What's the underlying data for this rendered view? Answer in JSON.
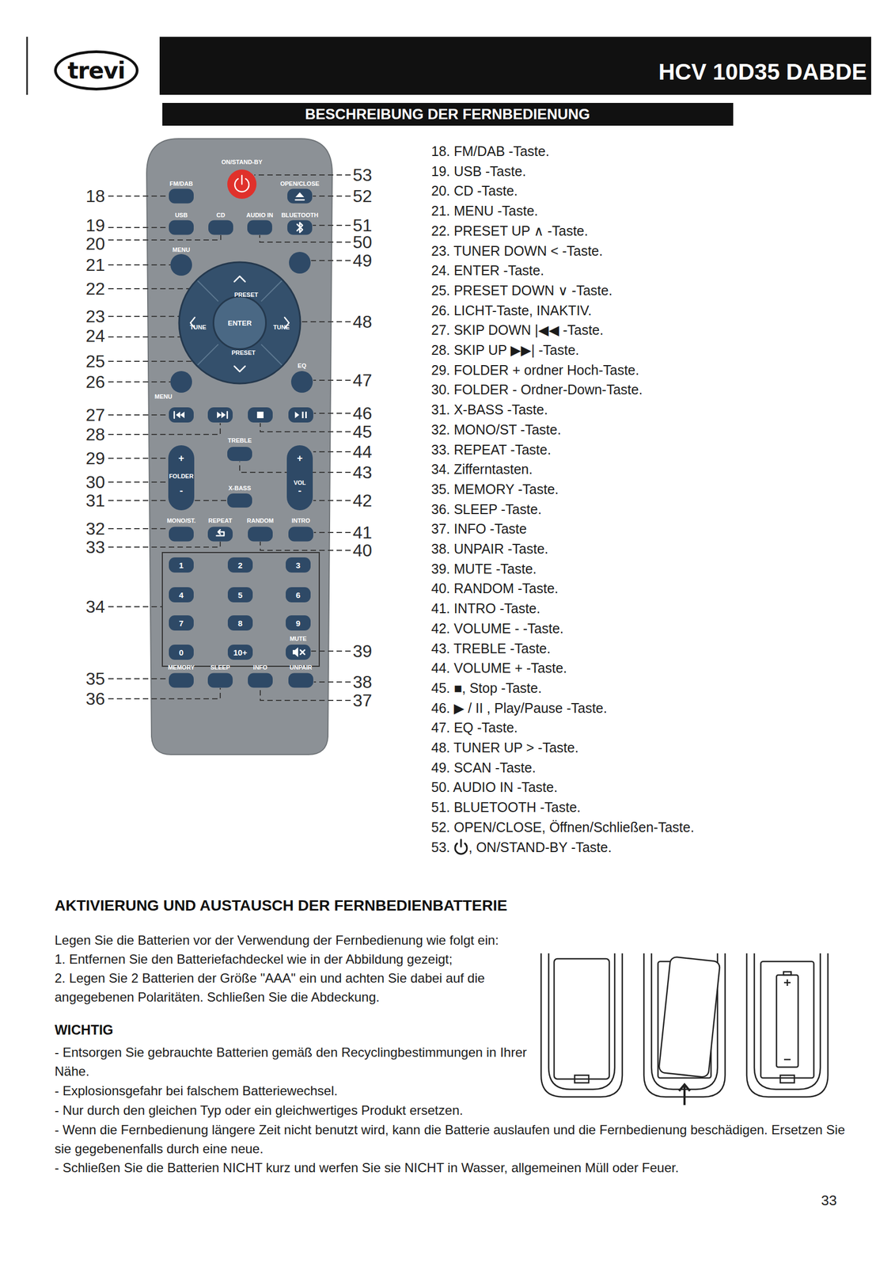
{
  "diagram": {
    "nodes": [
      {
        "text": [
          "trevi"
        ]
      },
      {
        "text": [
          "HCV 10D35 DABDE"
        ]
      },
      {
        "text": [
          "BESCHREIBUNG DER FERNBEDIENUNG"
        ]
      },
      {
        "text": [
          "ENTER"
        ]
      },
      {
        "text": [
          "1"
        ]
      },
      {
        "text": [
          "2"
        ]
      },
      {
        "text": [
          "3"
        ]
      },
      {
        "text": [
          "4"
        ]
      },
      {
        "text": [
          "5"
        ]
      },
      {
        "text": [
          "6"
        ]
      },
      {
        "text": [
          "7"
        ]
      },
      {
        "text": [
          "8"
        ]
      },
      {
        "text": [
          "9"
        ]
      },
      {
        "text": [
          "0"
        ]
      },
      {
        "text": [
          "10+"
        ]
      }
    ],
    "labels": [
      "18",
      "19",
      "20",
      "21",
      "22",
      "23",
      "24",
      "25",
      "26",
      "27",
      "28",
      "29",
      "30",
      "31",
      "32",
      "33",
      "34",
      "35",
      "36",
      "53",
      "52",
      "51",
      "50",
      "49",
      "48",
      "47",
      "46",
      "45",
      "44",
      "43",
      "42",
      "41",
      "40",
      "39",
      "38",
      "37",
      "ON/STAND-BY",
      "FM/DAB",
      "OPEN/CLOSE",
      "USB",
      "CD",
      "AUDIO IN",
      "BLUETOOTH",
      "MENU",
      "PRESET",
      "TUNE",
      "TUNE",
      "PRESET",
      "EQ",
      "MENU",
      "TREBLE",
      "+",
      "FOLDER",
      "-",
      "X-BASS",
      "+",
      "VOL",
      "-",
      "MONO/ST.",
      "REPEAT",
      "RANDOM",
      "INTRO",
      "MUTE",
      "MEMORY",
      "SLEEP",
      "INFO",
      "UNPAIR",
      "18. FM/DAB -Taste.",
      "19. USB -Taste.",
      "20. CD -Taste.",
      "21. MENU -Taste.",
      "22. PRESET UP ∧ -Taste.",
      "23. TUNER DOWN < -Taste.",
      "24. ENTER -Taste.",
      "25. PRESET DOWN ∨ -Taste.",
      "26. LICHT-Taste, INAKTIV.",
      "27. SKIP DOWN |◀◀ -Taste.",
      "28. SKIP UP ▶▶| -Taste.",
      "29. FOLDER + ordner Hoch-Taste.",
      "30. FOLDER - Ordner-Down-Taste.",
      "31. X-BASS -Taste.",
      "32. MONO/ST -Taste.",
      "33. REPEAT -Taste.",
      "34. Zifferntasten.",
      "35. MEMORY -Taste.",
      "36. SLEEP -Taste.",
      "37. INFO -Taste",
      "38. UNPAIR -Taste.",
      "39. MUTE -Taste.",
      "40. RANDOM -Taste.",
      "41. INTRO -Taste.",
      "42. VOLUME - -Taste.",
      "43. TREBLE -Taste.",
      "44. VOLUME + -Taste.",
      "45. ■, Stop -Taste.",
      "46. ▶ / II , Play/Pause -Taste.",
      "47. EQ -Taste.",
      "48. TUNER UP > -Taste.",
      "49. SCAN -Taste.",
      "50. AUDIO IN -Taste.",
      "51. BLUETOOTH -Taste.",
      "52. OPEN/CLOSE, Öffnen/Schließen-Taste.",
      "53.",
      ", ON/STAND-BY -Taste.",
      "AKTIVIERUNG UND AUSTAUSCH DER FERNBEDIENBATTERIE",
      "Legen Sie die Batterien vor der Verwendung der Fernbedienung wie folgt ein:",
      "1. Entfernen Sie den Batteriefachdeckel wie in der Abbildung gezeigt;",
      "2. Legen Sie 2 Batterien der Größe \"AAA\" ein und achten Sie dabei auf die angegebenen Polaritäten. Schließen Sie die Abdeckung.",
      "WICHTIG",
      "- Entsorgen Sie gebrauchte Batterien gemäß den Recyclingbestimmungen in Ihrer Nähe.",
      "- Explosionsgefahr bei falschem Batteriewechsel.",
      "- Nur durch den gleichen Typ oder ein gleichwertiges Produkt ersetzen.",
      "- Wenn die Fernbedienung längere Zeit nicht benutzt wird, kann die Batterie auslaufen und die Fernbedienung beschädigen. Ersetzen Sie sie gegebenenfalls durch eine neue.",
      "- Schließen Sie die Batterien NICHT kurz und werfen Sie sie NICHT in Wasser, allgemeinen Müll oder Feuer.",
      "33"
    ]
  }
}
